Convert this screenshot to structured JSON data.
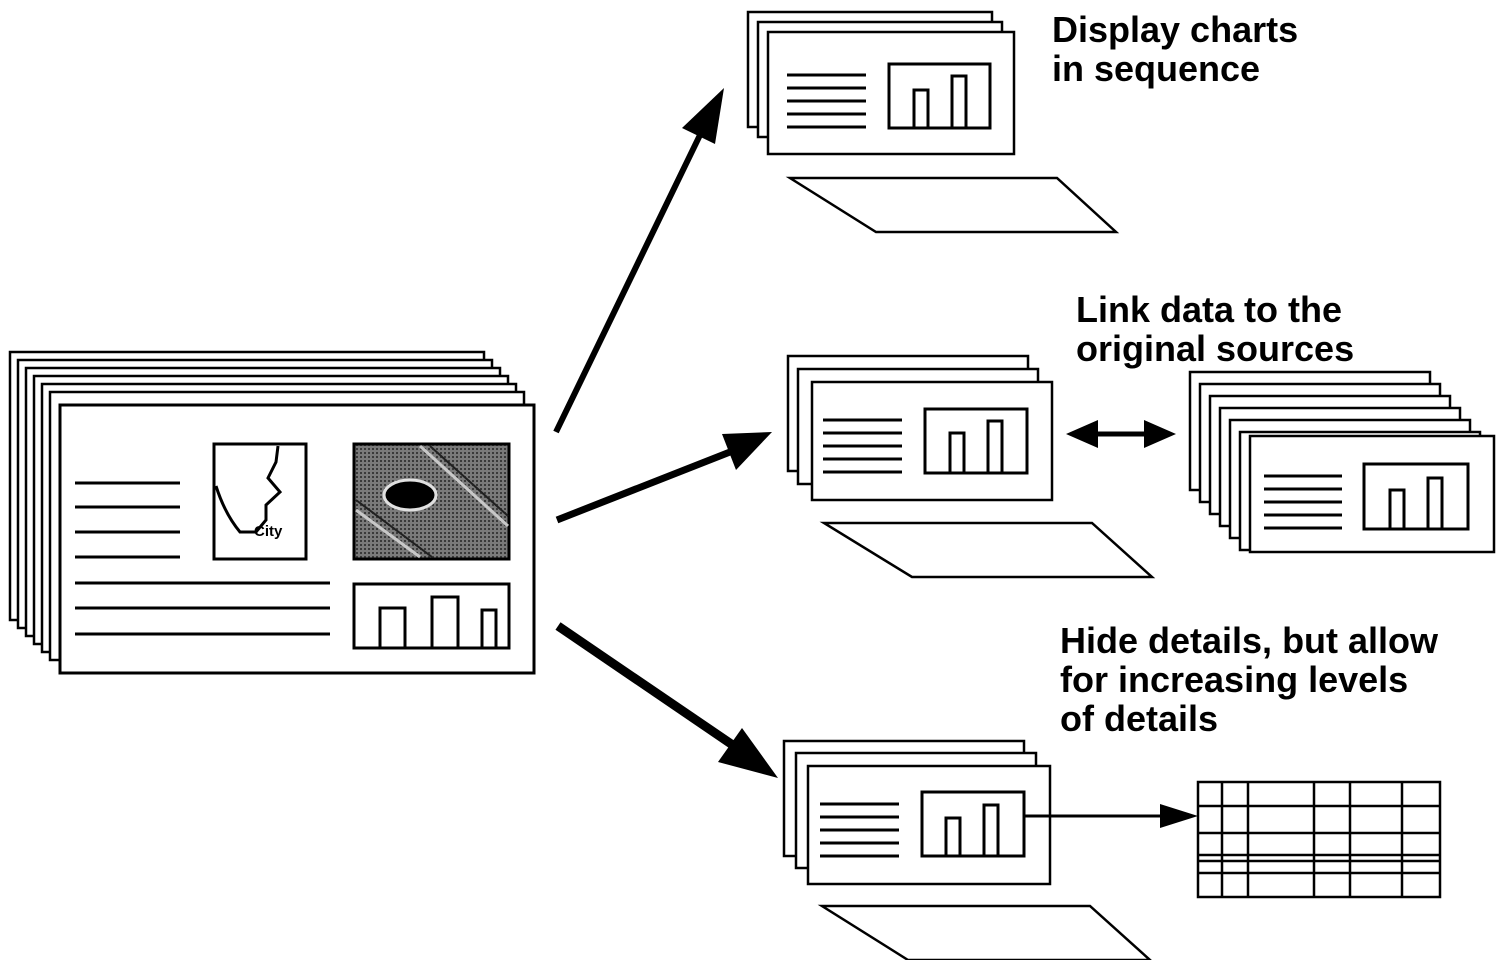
{
  "labels": {
    "display_charts": [
      "Display charts",
      "in sequence"
    ],
    "link_data": [
      "Link data to the",
      "original sources"
    ],
    "hide_details": [
      "Hide details, but allow",
      "for increasing levels",
      "of details"
    ]
  },
  "map": {
    "city_label": "City"
  },
  "colors": {
    "ink": "#000000",
    "paper": "#ffffff",
    "photo": "#6a6a6a"
  }
}
